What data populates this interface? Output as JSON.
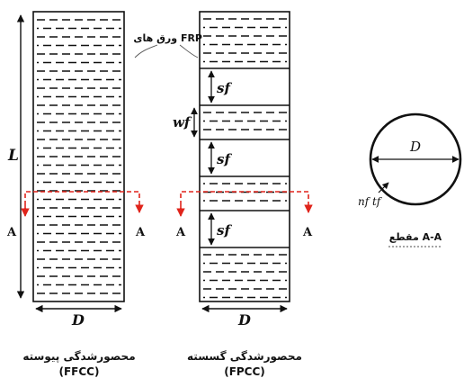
{
  "diagram": {
    "label_frp": "ورق های FRP",
    "label_L": "L",
    "label_D_ffcc": "D",
    "label_D_fpcc": "D",
    "label_D_section": "D",
    "label_sf_1": "sf",
    "label_sf_2": "sf",
    "label_sf_3": "sf",
    "label_wf": "wf",
    "label_A_left_1": "A",
    "label_A_right_1": "A",
    "label_A_left_2": "A",
    "label_A_right_2": "A",
    "label_nftf": "nf tf",
    "label_section": "مقطع A-A",
    "caption_ffcc_title": "محصورشدگی پیوسته",
    "caption_ffcc_code": "(FFCC)",
    "caption_fpcc_title": "محصورشدگی گسسته",
    "caption_fpcc_code": "(FPCC)",
    "colors": {
      "line": "#111111",
      "section_cut": "#e0241b",
      "background": "#ffffff"
    }
  }
}
